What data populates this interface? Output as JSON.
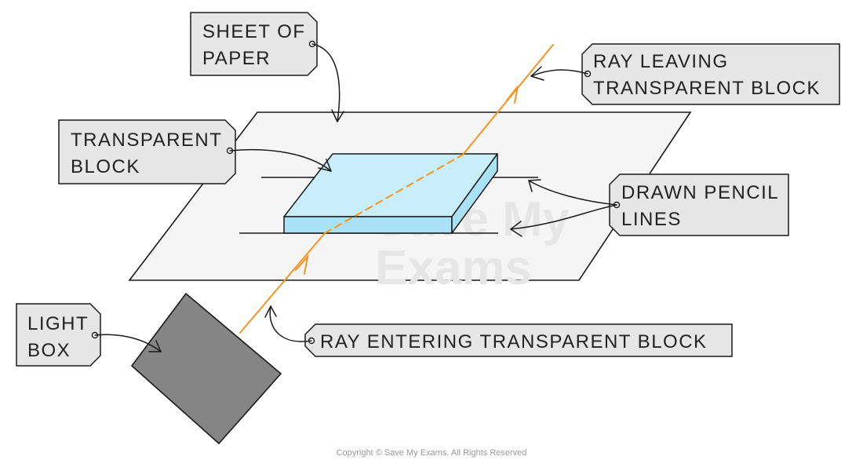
{
  "labels": {
    "sheet_of_paper": [
      "SHEET OF",
      "PAPER"
    ],
    "transparent_block": [
      "TRANSPARENT",
      "BLOCK"
    ],
    "ray_leaving": [
      "RAY LEAVING",
      "TRANSPARENT BLOCK"
    ],
    "drawn_pencil_lines": [
      "DRAWN PENCIL",
      "LINES"
    ],
    "light_box": [
      "LIGHT",
      "BOX"
    ],
    "ray_entering": "RAY ENTERING TRANSPARENT BLOCK"
  },
  "watermark": [
    "Save My",
    "Exams"
  ],
  "copyright": "Copyright © Save My Exams. All Rights Reserved",
  "colors": {
    "ray": "#f7941d",
    "block_top": "#c9eefb",
    "block_side": "#a9e2f6",
    "paper": "#f5f5f5",
    "light_box": "#858585",
    "label_fill": "#e6e6e6"
  }
}
